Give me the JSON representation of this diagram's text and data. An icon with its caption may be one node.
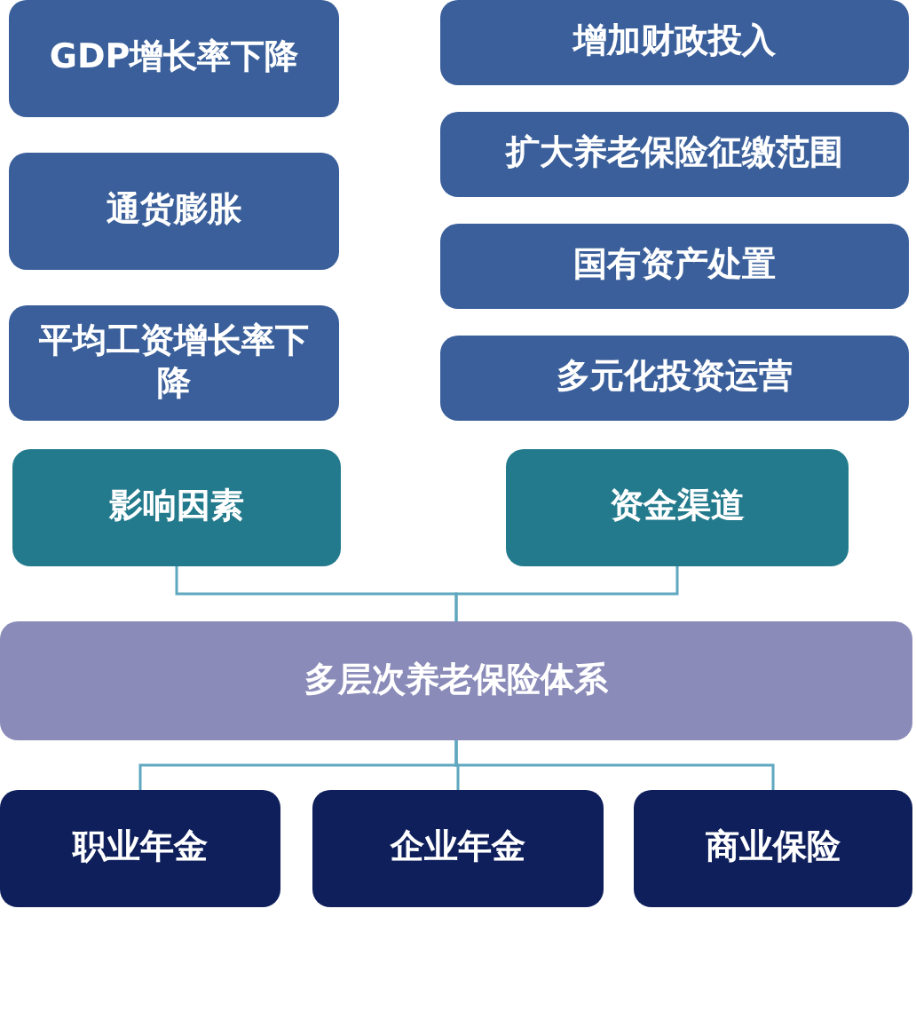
{
  "diagram": {
    "nodes": [
      {
        "text": [
          "GDP增长率下降"
        ]
      },
      {
        "text": [
          "通货膨胀"
        ]
      },
      {
        "text": [
          "平均工资增长率下降"
        ]
      },
      {
        "text": [
          "增加财政投入"
        ]
      },
      {
        "text": [
          "扩大养老保险征缴范围"
        ]
      },
      {
        "text": [
          "国有资产处置"
        ]
      },
      {
        "text": [
          "多元化投资运营"
        ]
      },
      {
        "text": [
          "影响因素"
        ]
      },
      {
        "text": [
          "资金渠道"
        ]
      },
      {
        "text": [
          "多层次养老保险体系"
        ]
      },
      {
        "text": [
          "职业年金"
        ]
      },
      {
        "text": [
          "企业年金"
        ]
      },
      {
        "text": [
          "商业保险"
        ]
      }
    ],
    "edges": [
      {
        "from": 7,
        "to": 9,
        "arrow": "none"
      },
      {
        "from": 8,
        "to": 9,
        "arrow": "none"
      },
      {
        "from": 9,
        "to": 10,
        "arrow": "none"
      },
      {
        "from": 9,
        "to": 11,
        "arrow": "none"
      },
      {
        "from": 9,
        "to": 12,
        "arrow": "none"
      }
    ]
  }
}
